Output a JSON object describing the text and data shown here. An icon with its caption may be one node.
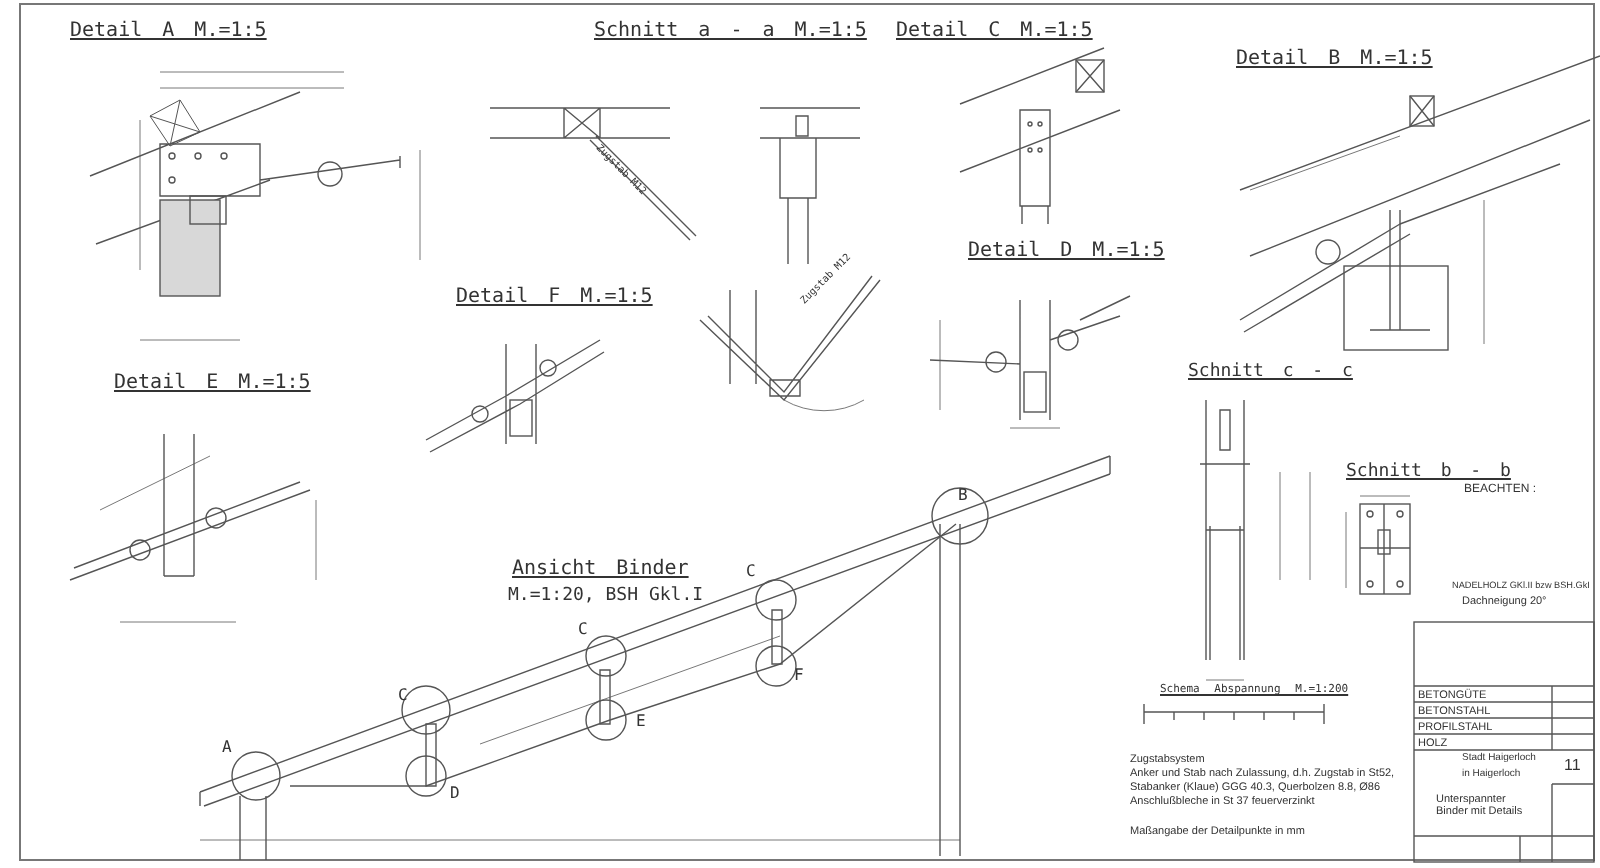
{
  "diagram": {
    "labels": [
      "Detail A M.=1:5",
      "Schnitt a - a M.=1:5",
      "Detail C M.=1:5",
      "Detail B M.=1:5",
      "Zugstab M12",
      "Detail D M.=1:5",
      "Detail F M.=1:5",
      "Zugstab M12",
      "Detail E M.=1:5",
      "Schnitt c - c",
      "Schnitt b - b",
      "BEACHTEN :",
      "NADELHOLZ GKl.II bzw BSH.GkI",
      "Dachneigung 20°",
      "Ansicht Binder",
      "M.=1:20, BSH Gkl.I",
      "C",
      "B",
      "C",
      "C",
      "F",
      "A",
      "E",
      "D",
      "BETONGÜTE",
      "BETONSTAHL",
      "PROFILSTAHL",
      "HOLZ",
      "Schema Abspannung M.=1:200",
      "Zugstabsystem",
      "Anker und Stab nach Zulassung, d.h. Zugstab in St52,",
      "Stabanker (Klaue) GGG 40.3, Querbolzen 8.8, Ø86",
      "Anschlußbleche in St 37 feuerverzinkt",
      "Stadt Haigerloch",
      "11",
      "in Haigerloch",
      "Unterspannter Binder mit Details",
      "Maßangabe der Detailpunkte in mm"
    ]
  }
}
